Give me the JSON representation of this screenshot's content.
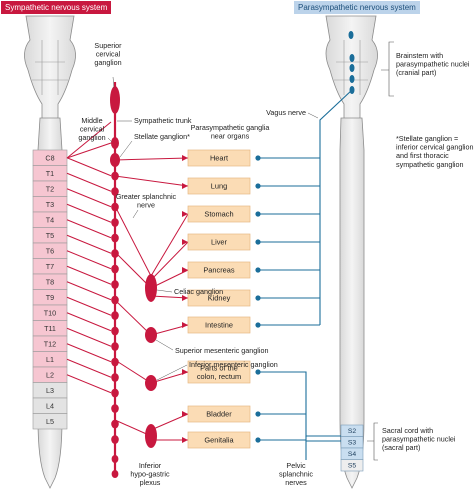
{
  "headers": {
    "sympathetic": "Sympathetic nervous system",
    "parasympathetic": "Parasympathetic nervous system"
  },
  "cord_segments": [
    "C8",
    "T1",
    "T2",
    "T3",
    "T4",
    "T5",
    "T6",
    "T7",
    "T8",
    "T9",
    "T10",
    "T11",
    "T12",
    "L1",
    "L2",
    "L3",
    "L4",
    "L5"
  ],
  "sacral_segments": [
    "S2",
    "S3",
    "S4",
    "S5"
  ],
  "organs": [
    "Heart",
    "Lung",
    "Stomach",
    "Liver",
    "Pancreas",
    "Kidney",
    "Intestine",
    "Parts of the colon, rectum",
    "Bladder",
    "Genitalia"
  ],
  "labels": {
    "superior_cervical_ganglion": "Superior cervical ganglion",
    "sympathetic_trunk": "Sympathetic trunk",
    "middle_cervical_ganglion": "Middle cervical ganglion",
    "stellate_ganglion": "Stellate ganglion*",
    "parasympathetic_ganglia": "Parasympathetic ganglia near organs",
    "vagus_nerve": "Vagus nerve",
    "brainstem": "Brainstem with parasympathetic nuclei (cranial part)",
    "stellate_note": "*Stellate ganglion = inferior cervical ganglion and first thoracic sympathetic ganglion",
    "greater_splanchnic": "Greater splanchnic nerve",
    "celiac_ganglion": "Celiac ganglion",
    "superior_mesenteric": "Superior mesenteric ganglion",
    "inferior_mesenteric": "Inferior mesenteric ganglion",
    "inferior_hypogastric": "Inferior hypo-gastric plexus",
    "pelvic_splanchnic": "Pelvic splanchnic nerves",
    "sacral_cord": "Sacral cord with parasympathetic nuclei (sacral part)"
  },
  "colors": {
    "sympathetic": "#c8183f",
    "parasympathetic": "#1b6e9a",
    "organ_fill": "#fbdcb5",
    "segment_fill": "#f6c6d1",
    "sacral_fill": "#c9def0",
    "lumbar_fill": "#e3e3e3"
  }
}
